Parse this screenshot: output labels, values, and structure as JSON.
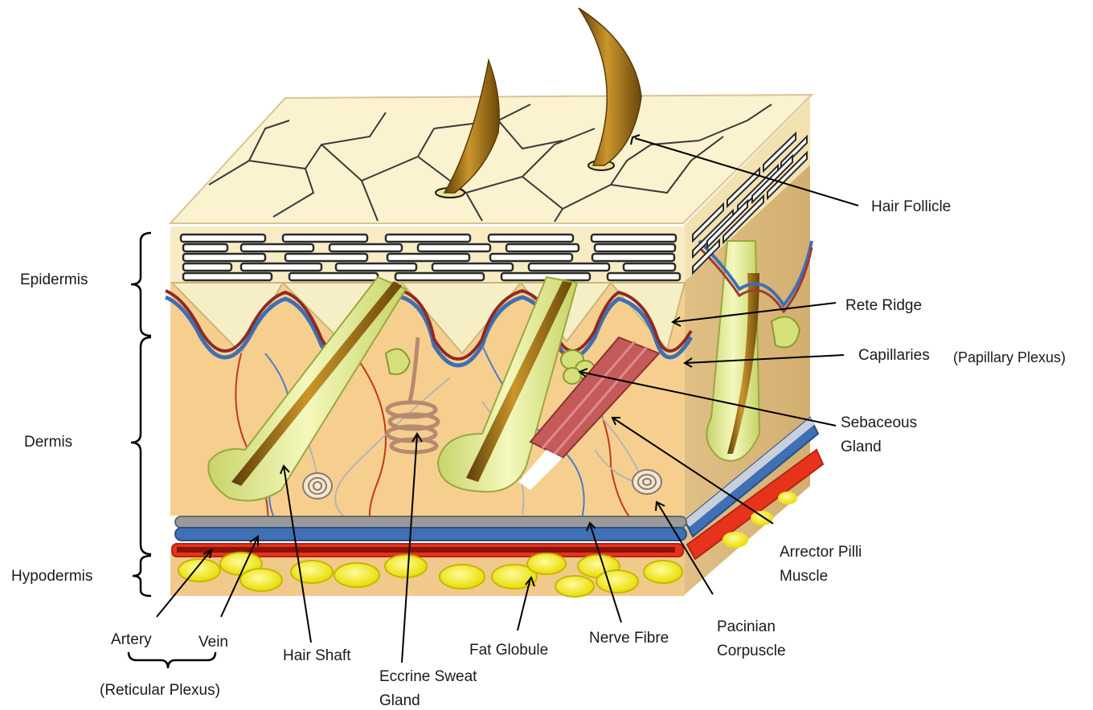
{
  "labels": {
    "hair_follicle": "Hair Follicle",
    "rete_ridge": "Rete Ridge",
    "capillaries": "Capillaries",
    "papillary_plexus": "(Papillary Plexus)",
    "sebaceous_1": "Sebaceous",
    "sebaceous_2": "Gland",
    "arrector_1": "Arrector Pilli",
    "arrector_2": "Muscle",
    "pacinian_1": "Pacinian",
    "pacinian_2": "Corpuscle",
    "nerve_fibre": "Nerve Fibre",
    "fat_globule": "Fat Globule",
    "eccrine_1": "Eccrine Sweat",
    "eccrine_2": "Gland",
    "hair_shaft": "Hair Shaft",
    "artery": "Artery",
    "vein": "Vein",
    "reticular_plexus": "(Reticular Plexus)",
    "epidermis": "Epidermis",
    "dermis": "Dermis",
    "hypodermis": "Hypodermis"
  },
  "colors": {
    "surface": "#fbf2cf",
    "epidermis": "#f7ecc4",
    "dermis": "#f6cf8f",
    "hair": "#a0741c",
    "follicle": "#dfe98a",
    "artery": "#c8190c",
    "vein": "#3f6fb4",
    "nerve": "#8c8c8c",
    "fat": "#f2ea12",
    "muscle": "#c45a5a",
    "gland": "#d9b6a0"
  }
}
